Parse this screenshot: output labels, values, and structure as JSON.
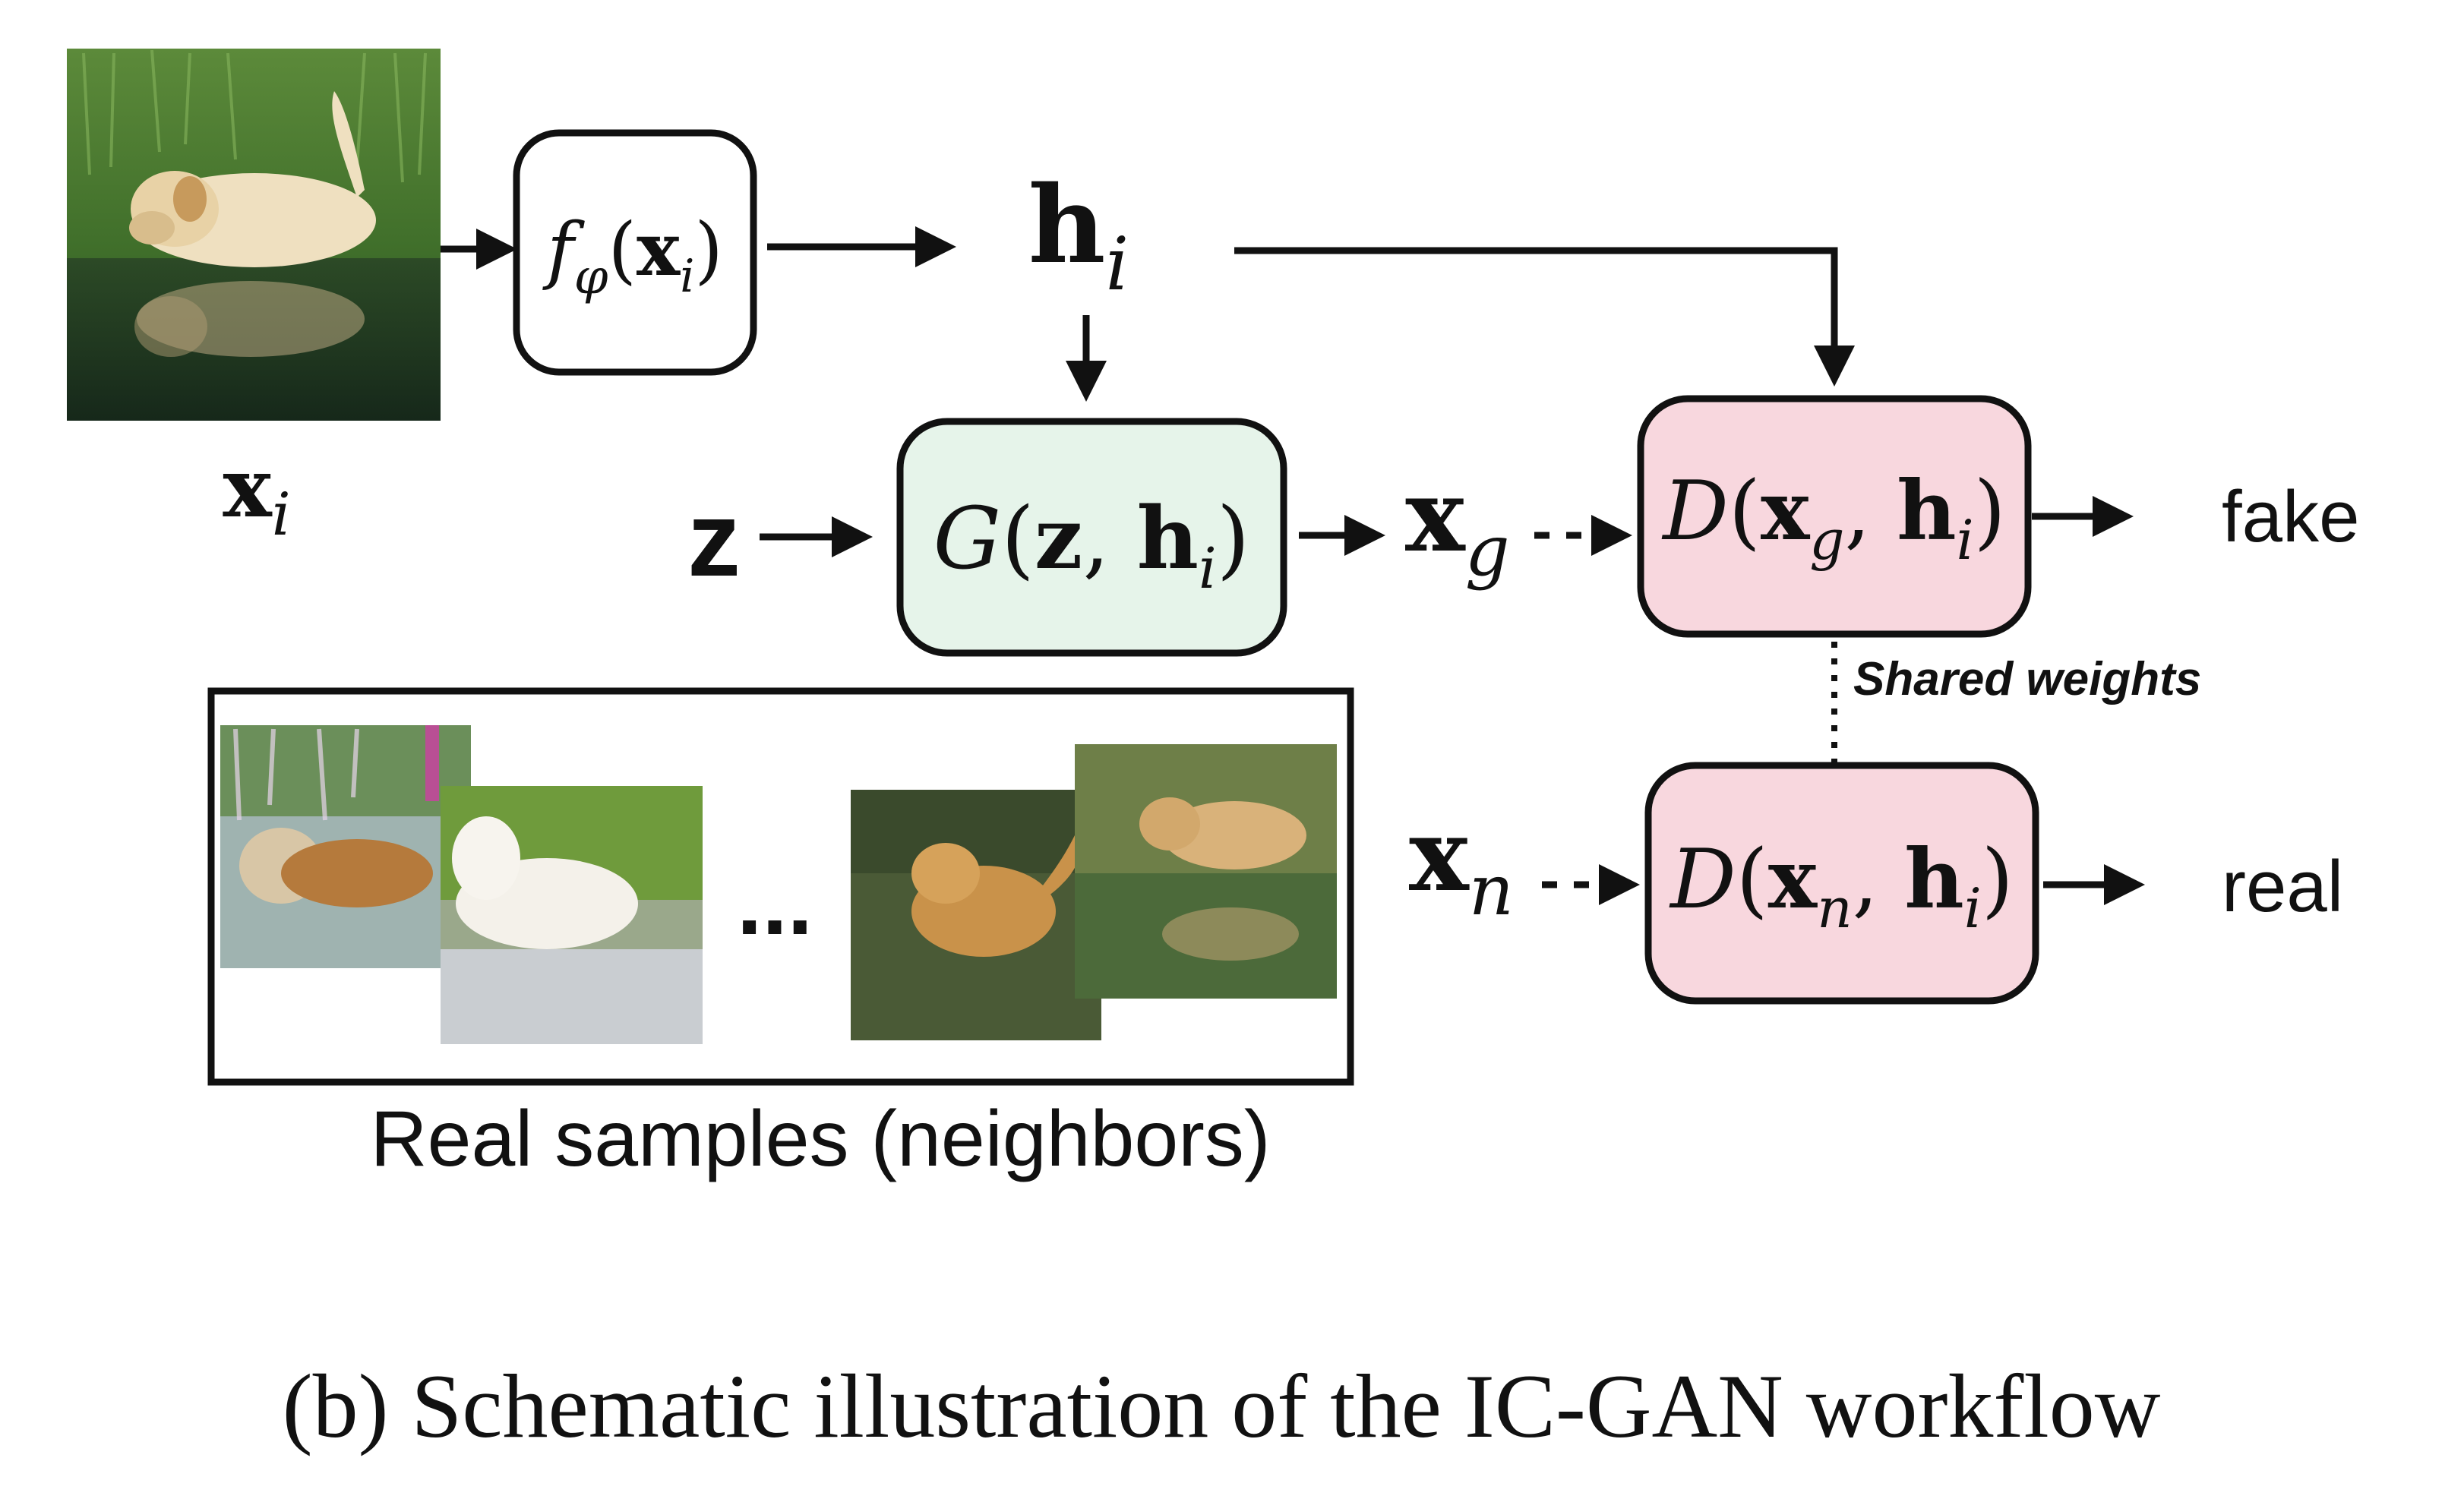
{
  "diagram": {
    "input": {
      "symbol": "x",
      "subscript": "i"
    },
    "encoder": {
      "func": "f",
      "func_sub": "φ",
      "open": "(",
      "arg": "x",
      "arg_sub": "i",
      "close": ")"
    },
    "embedding": {
      "symbol": "h",
      "subscript": "i"
    },
    "noise": {
      "symbol": "z"
    },
    "generator": {
      "func": "G",
      "open": "(",
      "arg1": "z",
      "sep": ", ",
      "arg2": "h",
      "arg2_sub": "i",
      "close": ")"
    },
    "generated_sample": {
      "symbol": "x",
      "subscript": "g"
    },
    "disc_fake": {
      "func": "D",
      "open": "(",
      "arg1": "x",
      "arg1_sub": "g",
      "sep": ", ",
      "arg2": "h",
      "arg2_sub": "i",
      "close": ")"
    },
    "disc_real": {
      "func": "D",
      "open": "(",
      "arg1": "x",
      "arg1_sub": "n",
      "sep": ", ",
      "arg2": "h",
      "arg2_sub": "i",
      "close": ")"
    },
    "neighbor_sample": {
      "symbol": "x",
      "subscript": "n"
    },
    "output_fake": "fake",
    "output_real": "real",
    "shared_weights_label": "Shared weights",
    "neighbors": {
      "ellipsis": "...",
      "label": "Real samples (neighbors)"
    },
    "colors": {
      "generator_fill": "#e6f4ea",
      "discriminator_fill": "#f8d7de",
      "stroke": "#111111"
    }
  },
  "caption": "(b) Schematic illustration of the IC-GAN workflow"
}
